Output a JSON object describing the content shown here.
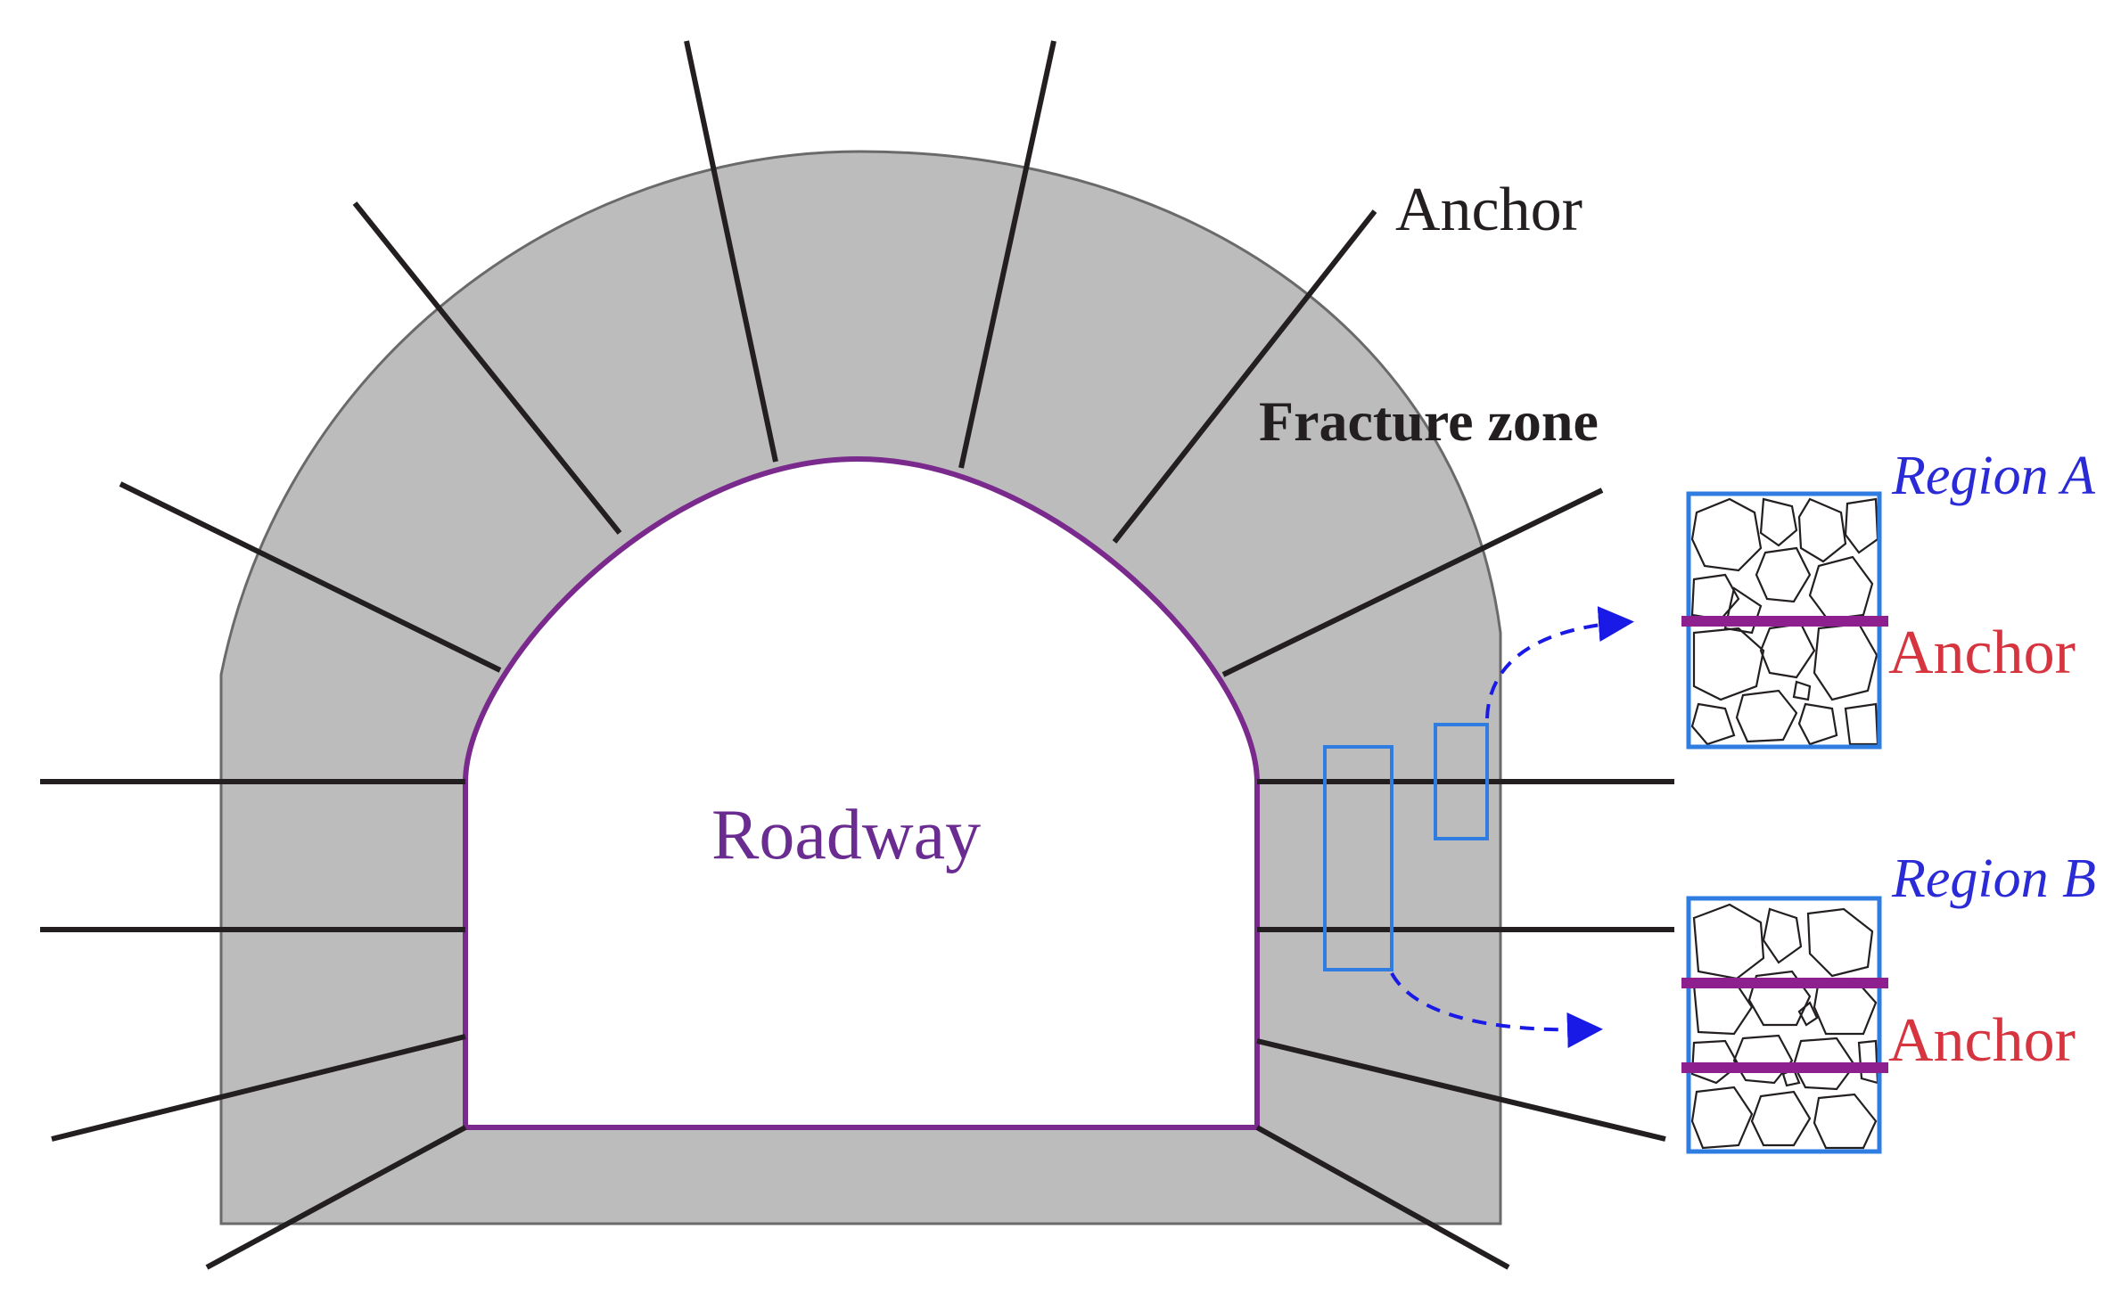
{
  "labels": {
    "anchor_top": "Anchor",
    "fracture_zone": "Fracture zone",
    "roadway": "Roadway",
    "region_a": "Region A",
    "region_a_anchor": "Anchor",
    "region_b": "Region B",
    "region_b_anchor": "Anchor"
  },
  "colors": {
    "fracture_zone_fill": "#bcbcbc",
    "fracture_zone_stroke": "#6a6a6a",
    "roadway_outline": "#7a2a8c",
    "anchor_line": "#231f20",
    "region_box": "#2f7de1",
    "arrow": "#1a1ae6",
    "inset_anchor": "#8e1f8e",
    "anchor_label_red": "#d6343f",
    "region_label_blue": "#2a2ad6"
  }
}
